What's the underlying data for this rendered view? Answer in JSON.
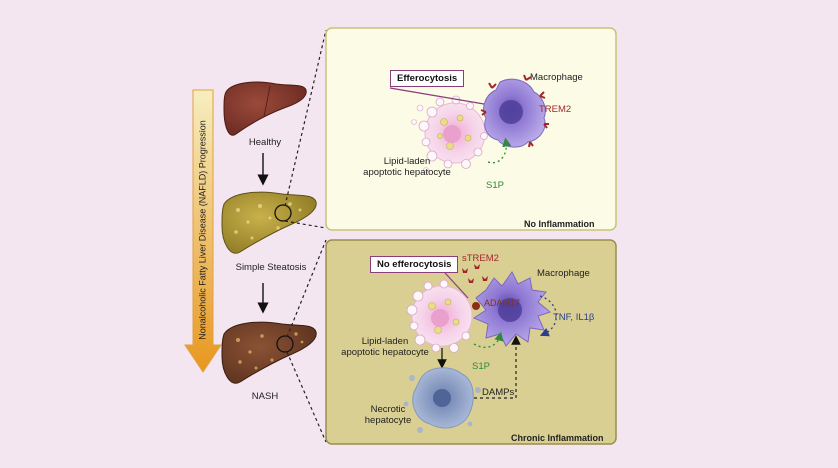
{
  "progression_label": "Nonalcoholic Fatty Liver Disease (NAFLD) Progression",
  "stages": {
    "healthy": "Healthy",
    "steatosis": "Simple Steatosis",
    "nash": "NASH"
  },
  "top_panel": {
    "efferocytosis": "Efferocytosis",
    "macrophage": "Macrophage",
    "trem2": "TREM2",
    "hepatocyte": "Lipid-laden\napoptotic hepatocyte",
    "s1p": "S1P",
    "caption": "No Inflammation"
  },
  "bottom_panel": {
    "no_efferocytosis": "No efferocytosis",
    "strem2": "sTREM2",
    "macrophage": "Macrophage",
    "adam17": "ADAM17",
    "cytokines": "TNF, IL1β",
    "hepatocyte": "Lipid-laden\napoptotic hepatocyte",
    "s1p": "S1P",
    "damps": "DAMPs",
    "necrotic": "Necrotic\nhepatocyte",
    "caption": "Chronic Inflammation"
  },
  "colors": {
    "top_panel_bg": "#fbfbe6",
    "bottom_panel_bg": "#d9cf93",
    "macrophage": "#9a86d8",
    "hepatocyte": "#f2c7e3",
    "trem2": "#a2272c",
    "s1p": "#2f8a3a",
    "arrow_gradient_top": "#f6eec0",
    "arrow_gradient_bottom": "#e8971f"
  }
}
